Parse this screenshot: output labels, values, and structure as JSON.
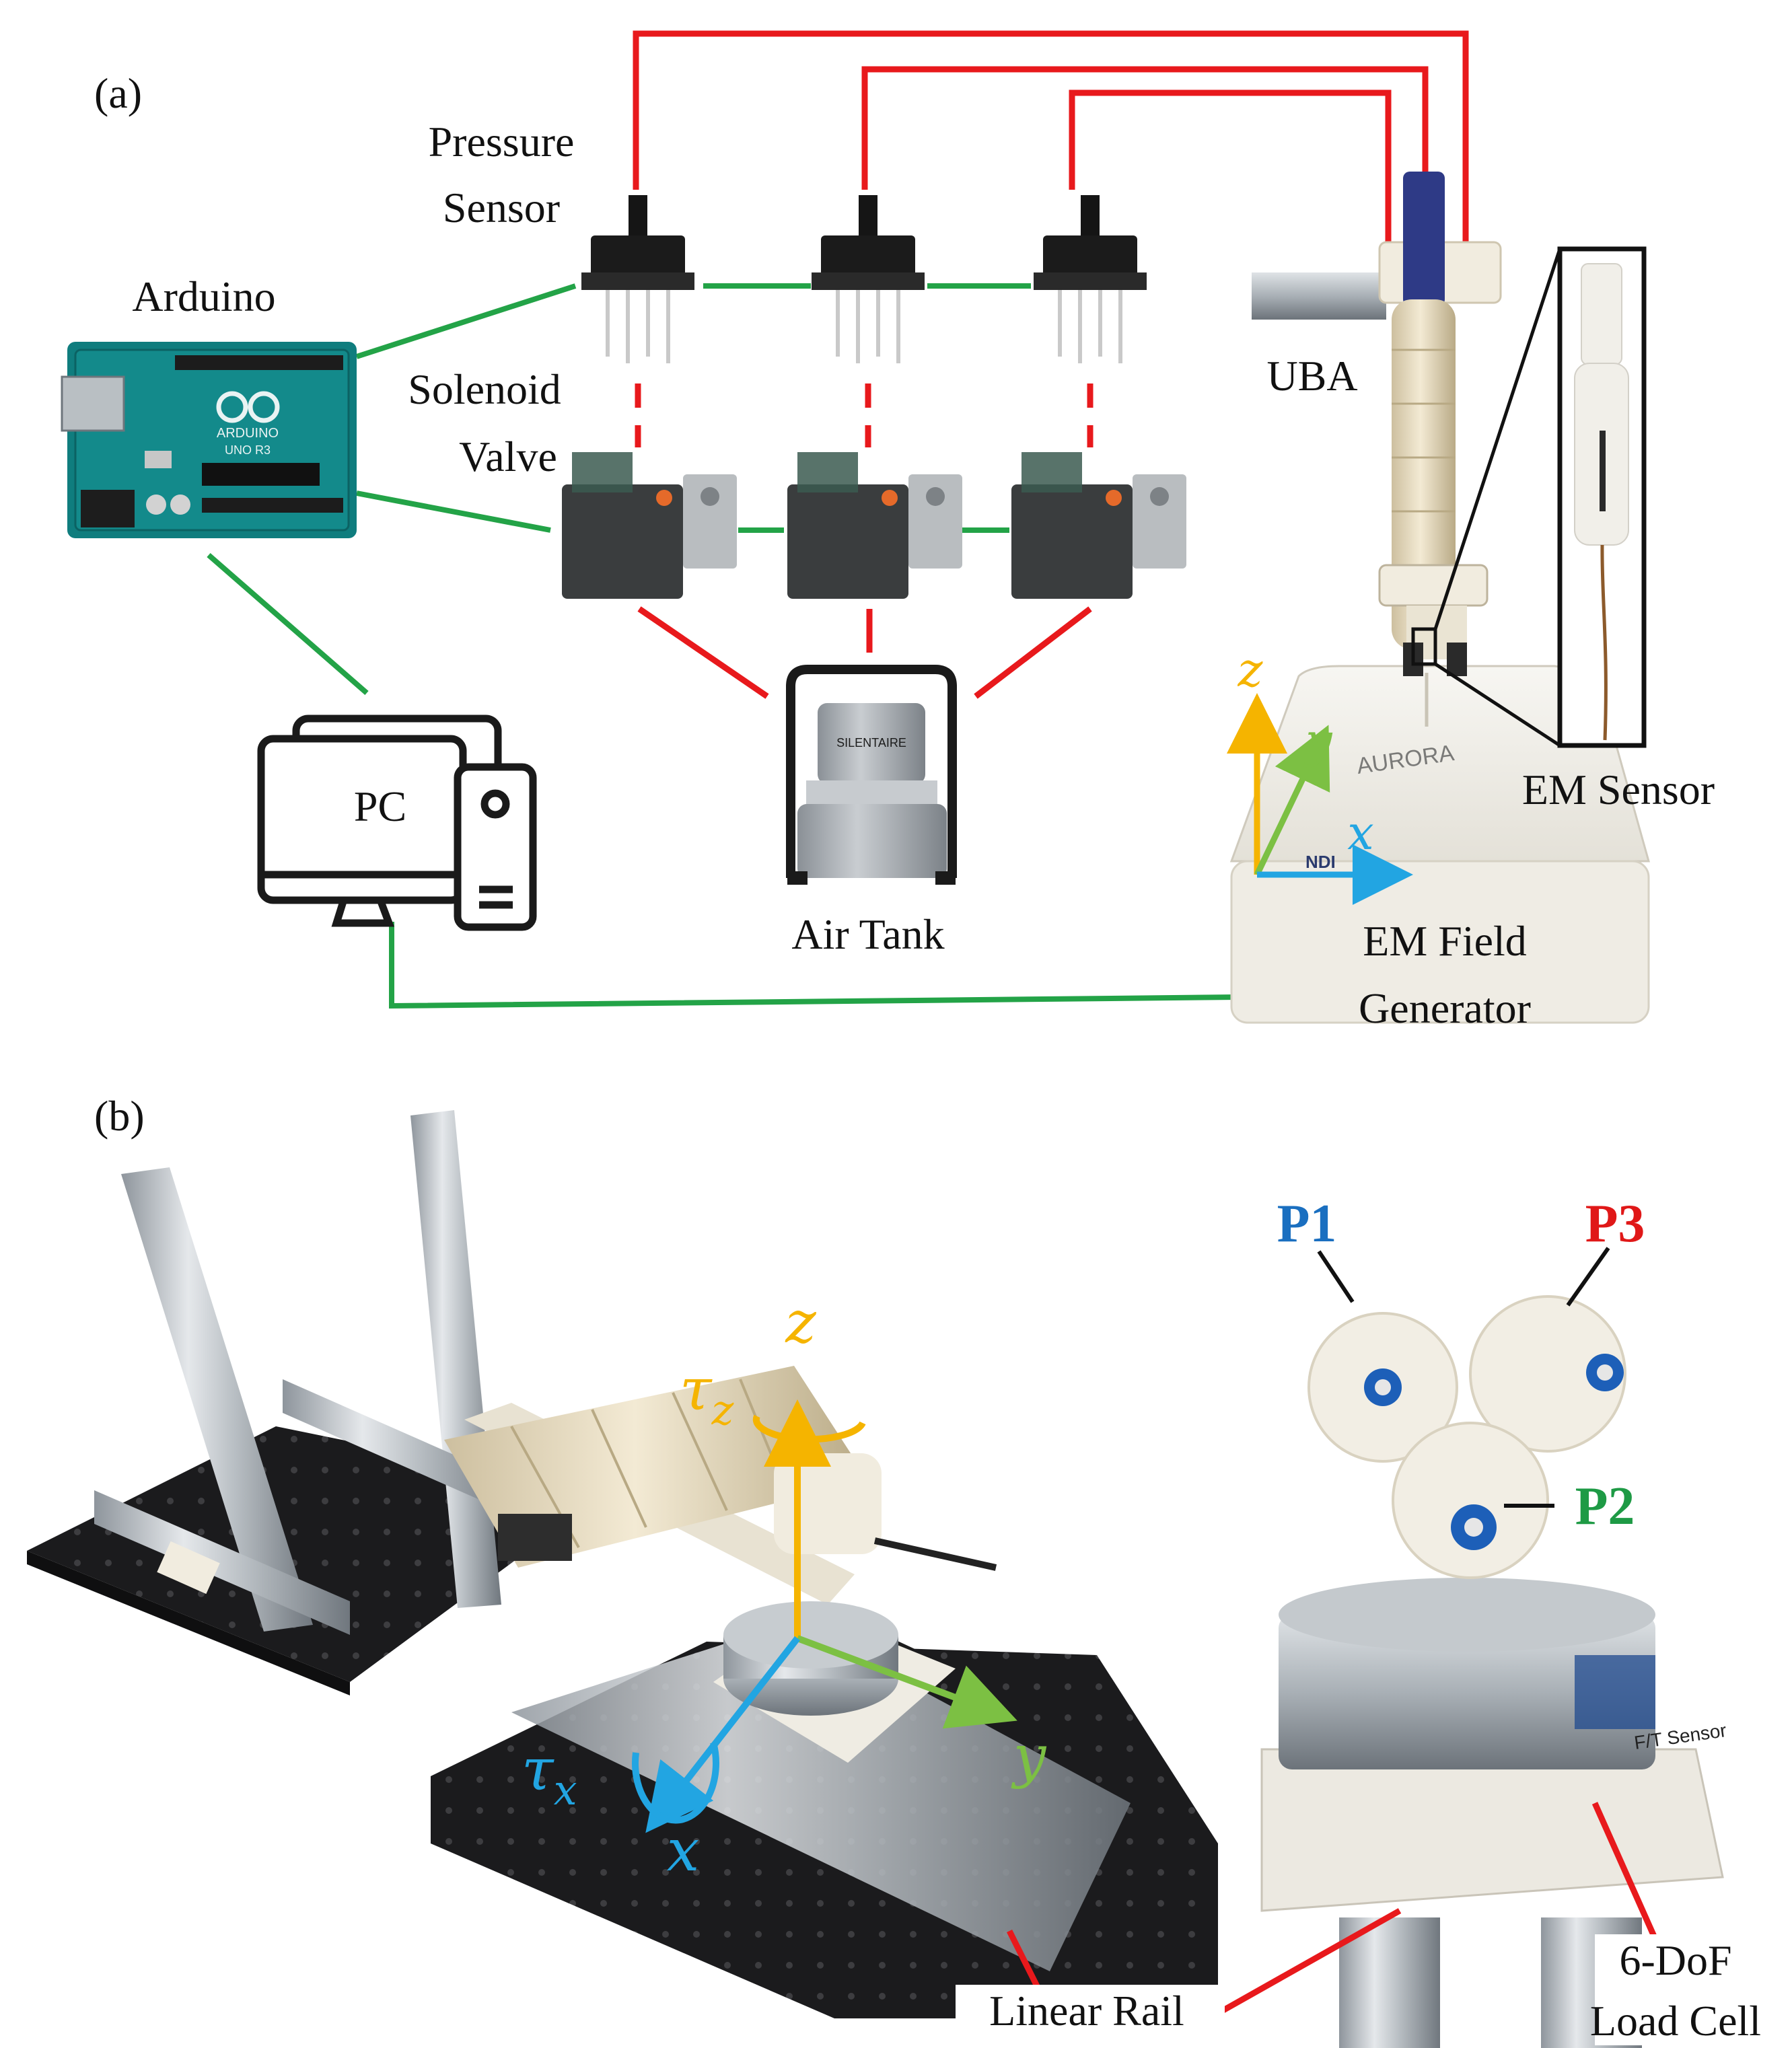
{
  "panel_a": {
    "label": "(a)",
    "pressure_sensor": [
      "Pressure",
      "Sensor"
    ],
    "arduino": "Arduino",
    "arduino_logo": "ARDUINO",
    "arduino_model": "UNO R3",
    "solenoid_valve": [
      "Solenoid",
      "Valve"
    ],
    "uba": "UBA",
    "em_sensor": "EM Sensor",
    "pc": "PC",
    "air_tank": "Air Tank",
    "air_tank_brand": "SILENTAIRE",
    "em_field_generator": [
      "EM Field",
      "Generator"
    ],
    "generator_brand": "AURORA",
    "generator_logo": "NDI",
    "axes": {
      "z": "z",
      "y": "y",
      "x": "x"
    }
  },
  "panel_b": {
    "label": "(b)",
    "axes": {
      "z": "z",
      "y": "y",
      "x": "x",
      "tau_z": "τ",
      "tau_z_sub": "z",
      "tau_x": "τ",
      "tau_x_sub": "x"
    },
    "ports": {
      "p1": "P1",
      "p2": "P2",
      "p3": "P3"
    },
    "linear_rail": "Linear Rail",
    "load_cell": [
      "6-DoF",
      "Load Cell"
    ],
    "ft_sensor_text": "F/T Sensor"
  },
  "colors": {
    "wire_red": "#e8191c",
    "wire_green": "#23a347",
    "axis_z": "#f5b400",
    "axis_y": "#7cc043",
    "axis_x": "#22a5e2",
    "p1": "#1a6fc0",
    "p2": "#1e9a45",
    "p3": "#e01818"
  },
  "icons": [
    "arduino-board",
    "pressure-sensor",
    "solenoid-valve",
    "air-compressor",
    "pc-monitor",
    "pc-tower",
    "em-field-generator",
    "uba-actuator",
    "em-sensor-inset",
    "optical-table",
    "aluminum-frame",
    "load-cell"
  ]
}
